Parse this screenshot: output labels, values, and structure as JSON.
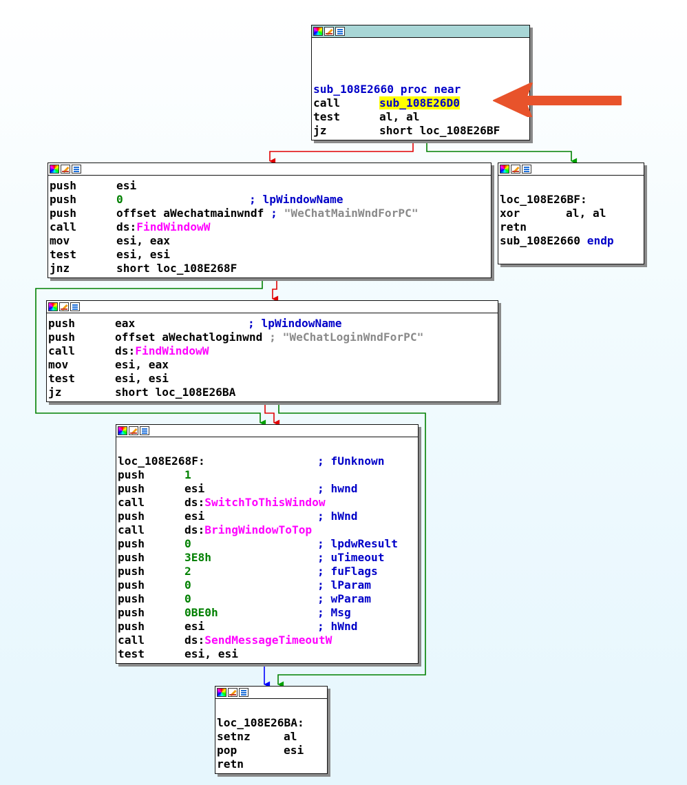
{
  "colors": {
    "edge_true": "#00a000",
    "edge_false": "#e00000",
    "edge_uncond": "#0000ff",
    "annotation_arrow": "#e8532b",
    "highlight": "#ffff00"
  },
  "icons": [
    "color-palette-icon",
    "edit-pencil-icon",
    "graph-view-icon"
  ],
  "blocks": {
    "entry": {
      "l1": {
        "a": "sub_108E2660",
        "b": " proc near"
      },
      "l2": {
        "m": "call",
        "hl": "sub_108E26D0"
      },
      "l3": {
        "m": "test",
        "ops": "al, al"
      },
      "l4": {
        "m": "jz",
        "ops": "short loc_108E26BF"
      }
    },
    "fail": {
      "label": "loc_108E26BF:",
      "l2": {
        "m": "xor",
        "ops": "al, al"
      },
      "l3": {
        "m": "retn"
      },
      "l4": {
        "a": "sub_108E2660",
        "b": " endp"
      }
    },
    "find_main": {
      "l1": {
        "m": "push",
        "ops": "esi"
      },
      "l2": {
        "m": "push",
        "num": "0",
        "cmt": "; lpWindowName"
      },
      "l3": {
        "m": "push",
        "ops": "offset aWechatmainwndf",
        "cmt": " ; ",
        "str": "\"WeChatMainWndForPC\""
      },
      "l4": {
        "m": "call",
        "ds": "ds:",
        "api": "FindWindowW"
      },
      "l5": {
        "m": "mov",
        "ops": "esi, eax"
      },
      "l6": {
        "m": "test",
        "ops": "esi, esi"
      },
      "l7": {
        "m": "jnz",
        "ops": "short loc_108E268F"
      }
    },
    "find_login": {
      "l1": {
        "m": "push",
        "ops": "eax",
        "cmt": "; lpWindowName"
      },
      "l2": {
        "m": "push",
        "ops": "offset aWechatloginwnd",
        "cmt": " ; ",
        "str": "\"WeChatLoginWndForPC\""
      },
      "l3": {
        "m": "call",
        "ds": "ds:",
        "api": "FindWindowW"
      },
      "l4": {
        "m": "mov",
        "ops": "esi, eax"
      },
      "l5": {
        "m": "test",
        "ops": "esi, esi"
      },
      "l6": {
        "m": "jz",
        "ops": "short loc_108E26BA"
      }
    },
    "activate": {
      "label": "loc_108E268F:",
      "label_cmt": "; fUnknown",
      "l1": {
        "m": "push",
        "num": "1"
      },
      "l2": {
        "m": "push",
        "ops": "esi",
        "cmt": "; hwnd"
      },
      "l3": {
        "m": "call",
        "ds": "ds:",
        "api": "SwitchToThisWindow"
      },
      "l4": {
        "m": "push",
        "ops": "esi",
        "cmt": "; hWnd"
      },
      "l5": {
        "m": "call",
        "ds": "ds:",
        "api": "BringWindowToTop"
      },
      "l6": {
        "m": "push",
        "num": "0",
        "cmt": "; lpdwResult"
      },
      "l7": {
        "m": "push",
        "num": "3E8h",
        "cmt": "; uTimeout"
      },
      "l8": {
        "m": "push",
        "num": "2",
        "cmt": "; fuFlags"
      },
      "l9": {
        "m": "push",
        "num": "0",
        "cmt": "; lParam"
      },
      "l10": {
        "m": "push",
        "num": "0",
        "cmt": "; wParam"
      },
      "l11": {
        "m": "push",
        "num": "0BE0h",
        "cmt": "; Msg"
      },
      "l12": {
        "m": "push",
        "ops": "esi",
        "cmt": "; hWnd"
      },
      "l13": {
        "m": "call",
        "ds": "ds:",
        "api": "SendMessageTimeoutW"
      },
      "l14": {
        "m": "test",
        "ops": "esi, esi"
      }
    },
    "exit": {
      "label": "loc_108E26BA:",
      "l1": {
        "m": "setnz",
        "ops": "al"
      },
      "l2": {
        "m": "pop",
        "ops": "esi"
      },
      "l3": {
        "m": "retn"
      }
    }
  }
}
